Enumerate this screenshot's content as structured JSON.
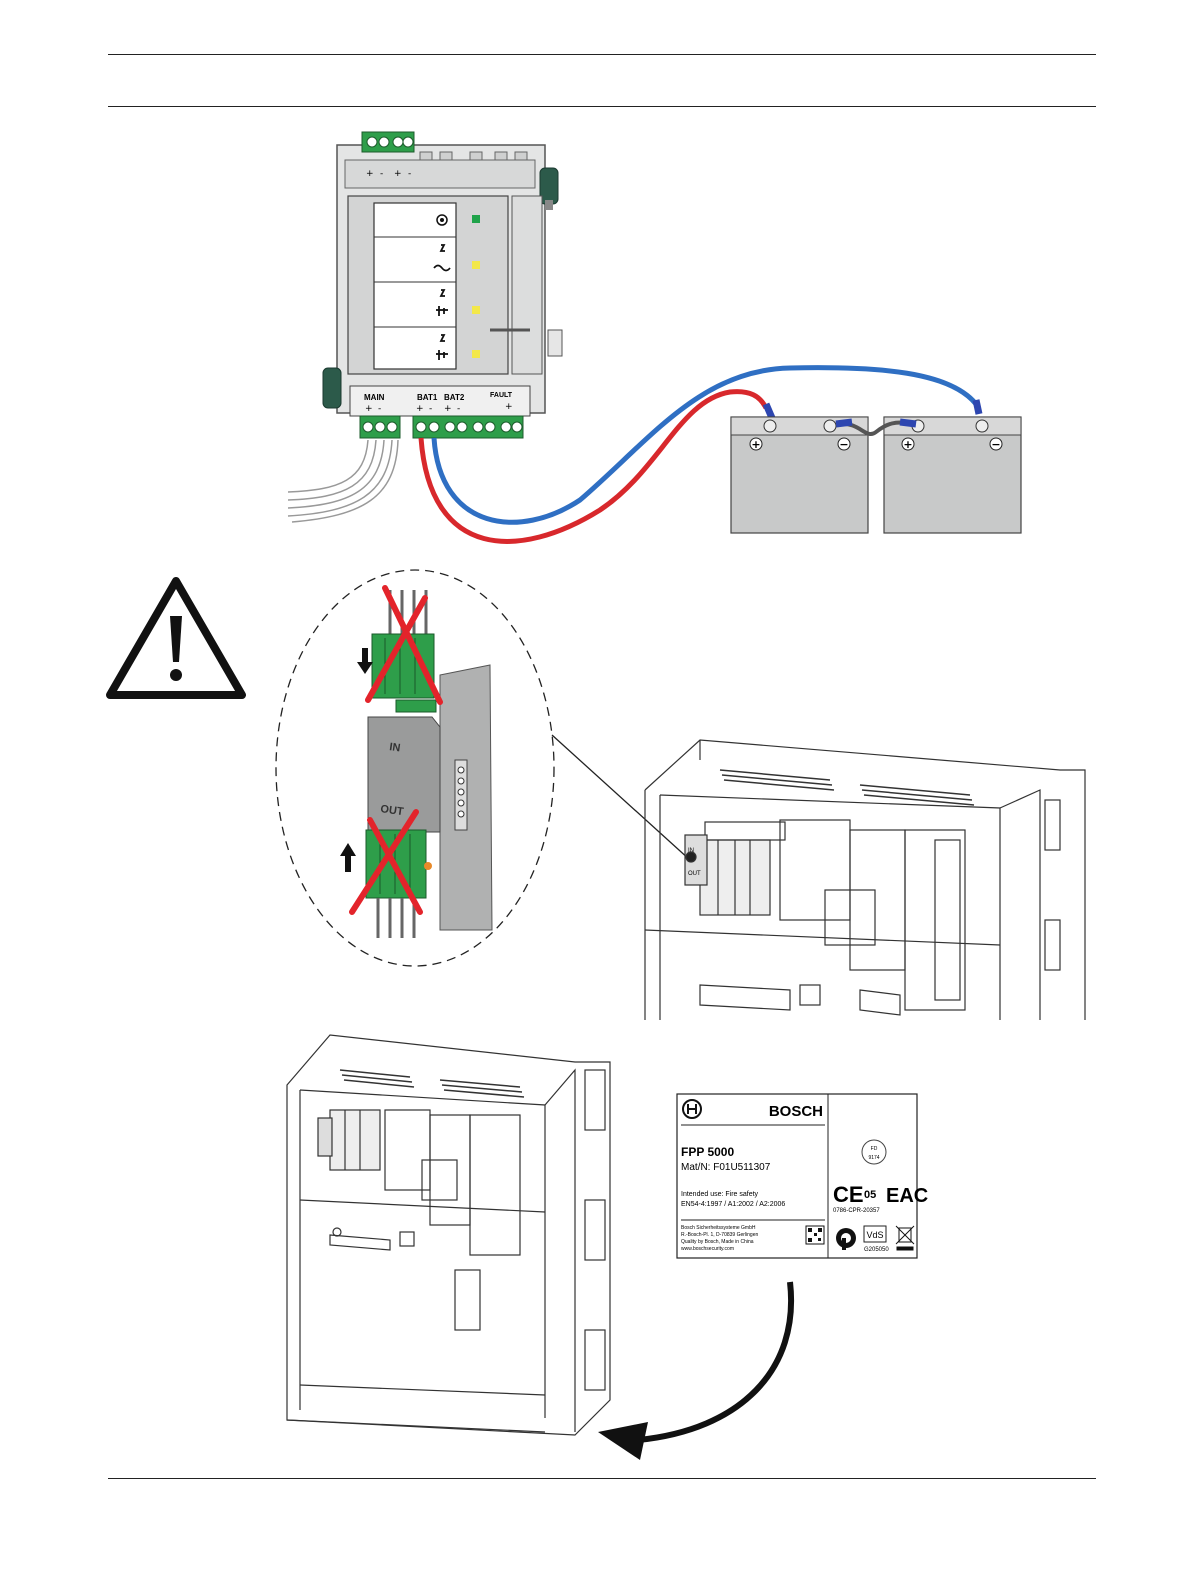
{
  "psu": {
    "top_terminals": [
      "+",
      "-",
      "+",
      "-"
    ],
    "bottom_labels": {
      "main": "MAIN",
      "bat1": "BAT1",
      "bat2": "BAT2",
      "fault": "FAULT",
      "main_plus": "+",
      "main_minus": "-",
      "bat1_plus": "+",
      "bat1_minus": "-",
      "bat2_plus": "+",
      "bat2_minus": "-",
      "fault_plus": "+"
    }
  },
  "batteries": {
    "plus": "+",
    "minus": "−"
  },
  "module": {
    "in_label": "IN",
    "out_label": "OUT",
    "small_in": "IN",
    "small_out": "OUT"
  },
  "label": {
    "brand": "BOSCH",
    "product": "FPP 5000",
    "mat_no": "Mat/N: F01U511307",
    "intended_use": "Intended use: Fire safety",
    "standard": "EN54-4:1997 / A1:2002 / A2:2006",
    "maker1": "Bosch Sicherheitssysteme GmbH",
    "maker2": "R.-Bosch-Pl. 1, D-70839 Gerlingen",
    "maker3": "Quality by Bosch, Made in China",
    "maker4": "www.boschsecurity.com",
    "ce": "CE",
    "ce_num": "05",
    "eac": "EAC",
    "cpr": "0786-CPR-20357",
    "vds": "VdS",
    "vds_num": "G205050",
    "seal_top": "FD",
    "seal_num": "9174"
  },
  "colors": {
    "terminal_green": "#2e9e4a",
    "wire_red": "#d8282c",
    "wire_blue": "#2f6fc3",
    "battery_gray": "#c8c9c9",
    "module_gray": "#9a9b9b",
    "cross_red": "#e3242b",
    "led_green": "#1fa34a",
    "led_yellow": "#f3e84a"
  }
}
